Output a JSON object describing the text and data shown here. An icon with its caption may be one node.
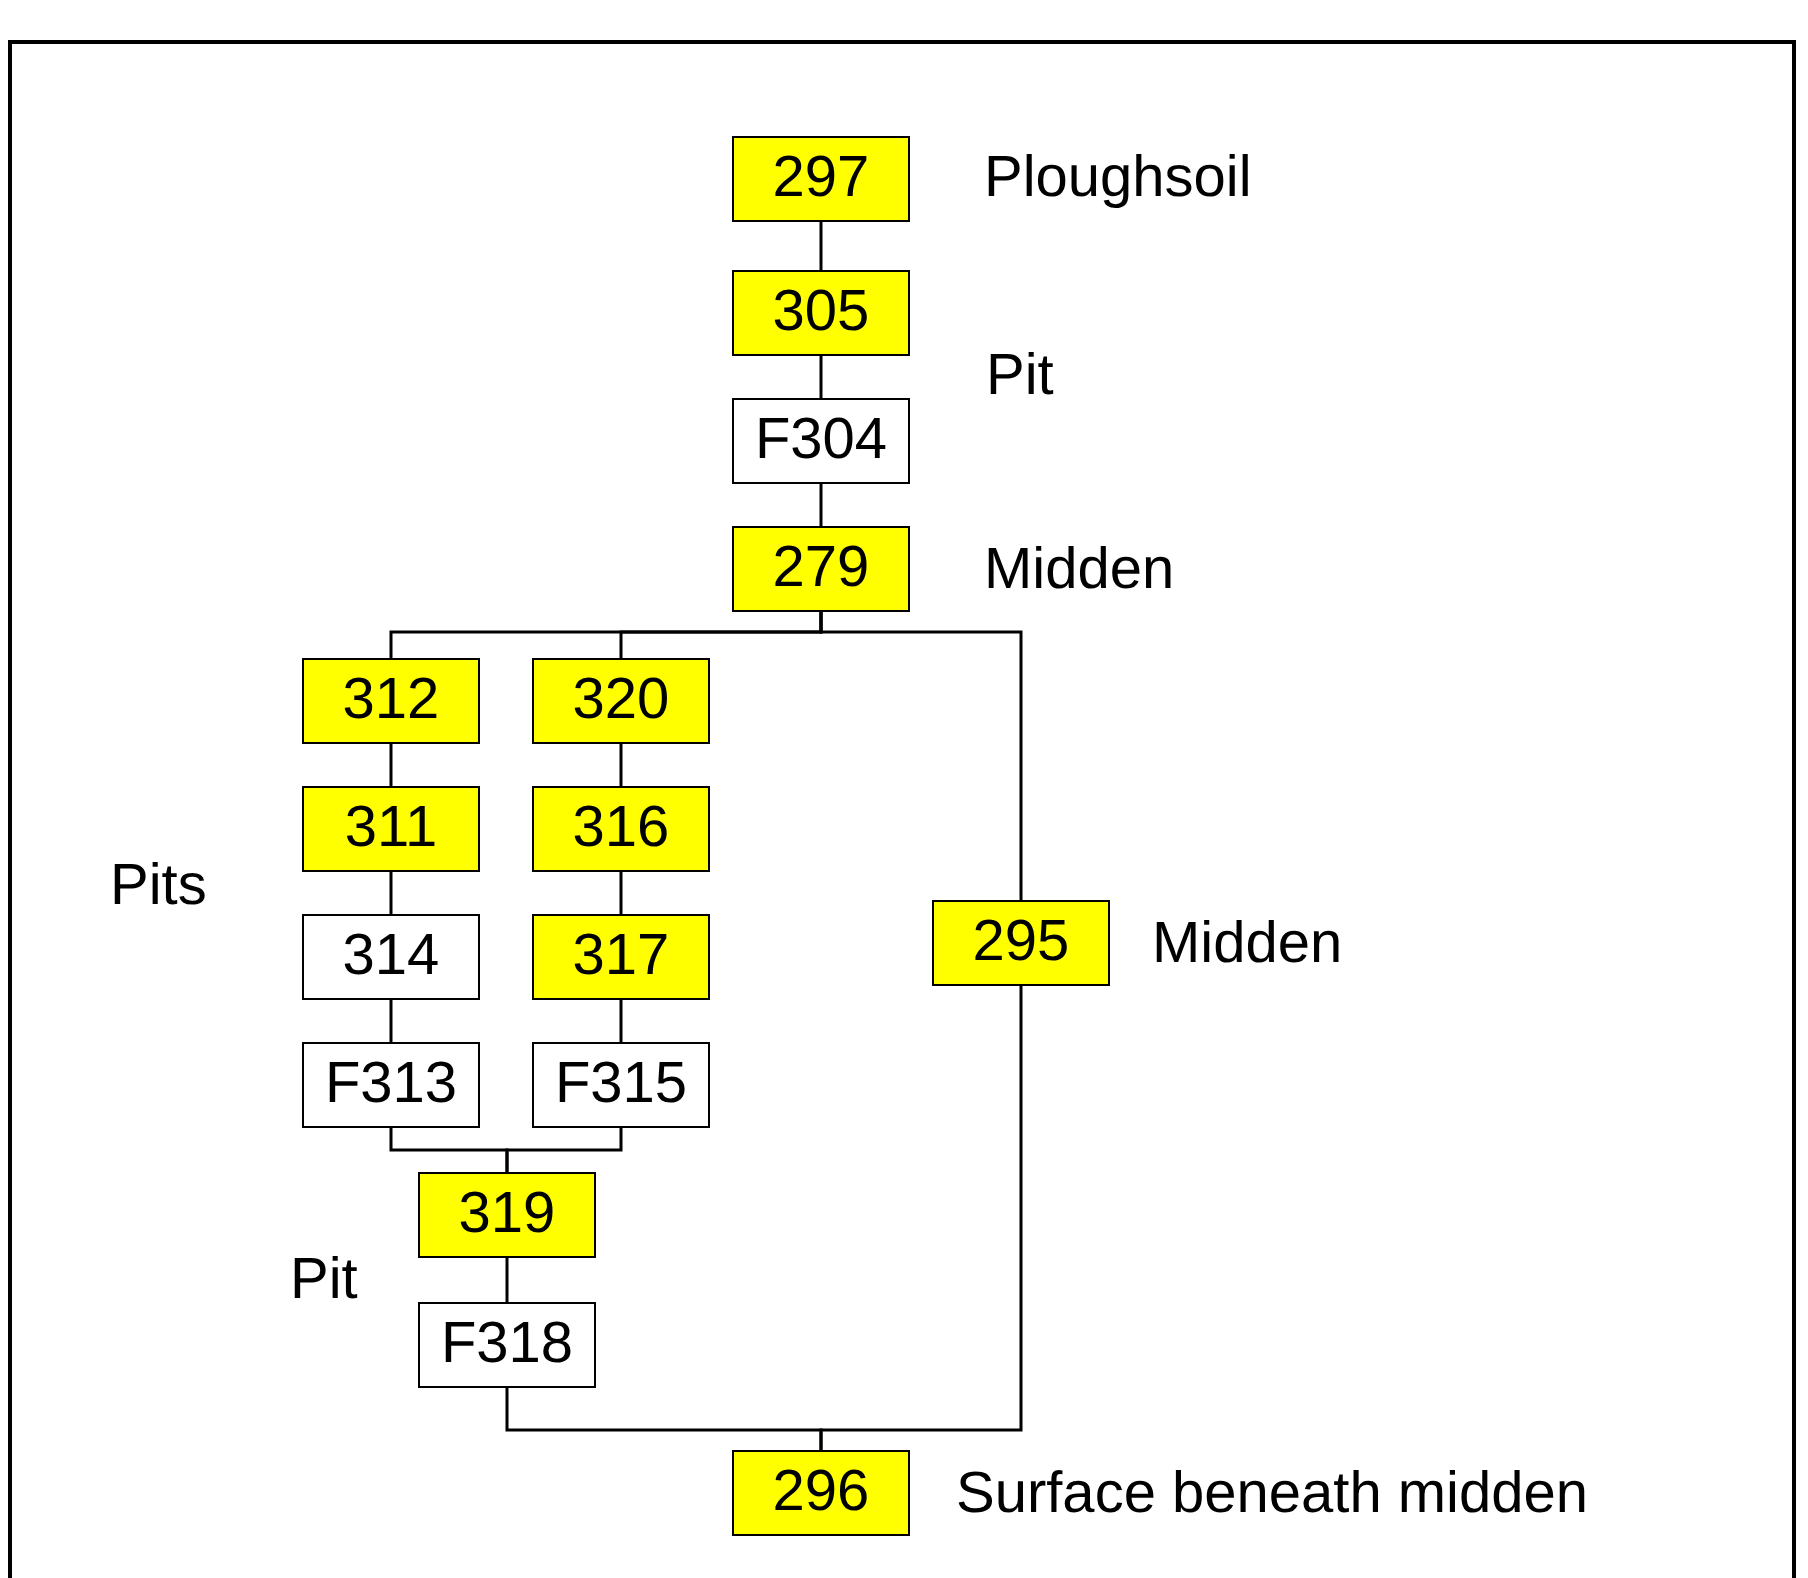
{
  "diagram": {
    "nodes": [
      {
        "text": [
          "297"
        ],
        "beside": [
          "Ploughsoil"
        ]
      },
      {
        "text": [
          "305"
        ]
      },
      {
        "text": [
          "F304"
        ]
      },
      {
        "text": [
          "279"
        ],
        "beside": [
          "Midden"
        ]
      },
      {
        "text": [
          "312"
        ]
      },
      {
        "text": [
          "320"
        ]
      },
      {
        "text": [
          "311"
        ]
      },
      {
        "text": [
          "316"
        ]
      },
      {
        "text": [
          "314"
        ]
      },
      {
        "text": [
          "317"
        ]
      },
      {
        "text": [
          "295"
        ],
        "beside": [
          "Midden"
        ]
      },
      {
        "text": [
          "F313"
        ]
      },
      {
        "text": [
          "F315"
        ]
      },
      {
        "text": [
          "319"
        ]
      },
      {
        "text": [
          "F318"
        ]
      },
      {
        "text": [
          "296"
        ],
        "beside": [
          "Surface beneath midden"
        ]
      }
    ],
    "edges": [
      {
        "from": 0,
        "to": 1,
        "arrow": "none"
      },
      {
        "from": 1,
        "to": 2,
        "arrow": "none"
      },
      {
        "from": 2,
        "to": 3,
        "arrow": "none"
      },
      {
        "from": 3,
        "to": 4,
        "arrow": "none"
      },
      {
        "from": 3,
        "to": 5,
        "arrow": "none"
      },
      {
        "from": 3,
        "to": 10,
        "arrow": "none"
      },
      {
        "from": 4,
        "to": 6,
        "arrow": "none"
      },
      {
        "from": 6,
        "to": 8,
        "arrow": "none"
      },
      {
        "from": 8,
        "to": 11,
        "arrow": "none"
      },
      {
        "from": 5,
        "to": 7,
        "arrow": "none"
      },
      {
        "from": 7,
        "to": 9,
        "arrow": "none"
      },
      {
        "from": 9,
        "to": 12,
        "arrow": "none"
      },
      {
        "from": 11,
        "to": 13,
        "arrow": "none"
      },
      {
        "from": 12,
        "to": 13,
        "arrow": "none"
      },
      {
        "from": 13,
        "to": 14,
        "arrow": "none"
      },
      {
        "from": 14,
        "to": 15,
        "arrow": "none"
      },
      {
        "from": 10,
        "to": 15,
        "arrow": "none"
      }
    ],
    "labels": [
      "Pit",
      "Pits",
      "Pit"
    ]
  }
}
